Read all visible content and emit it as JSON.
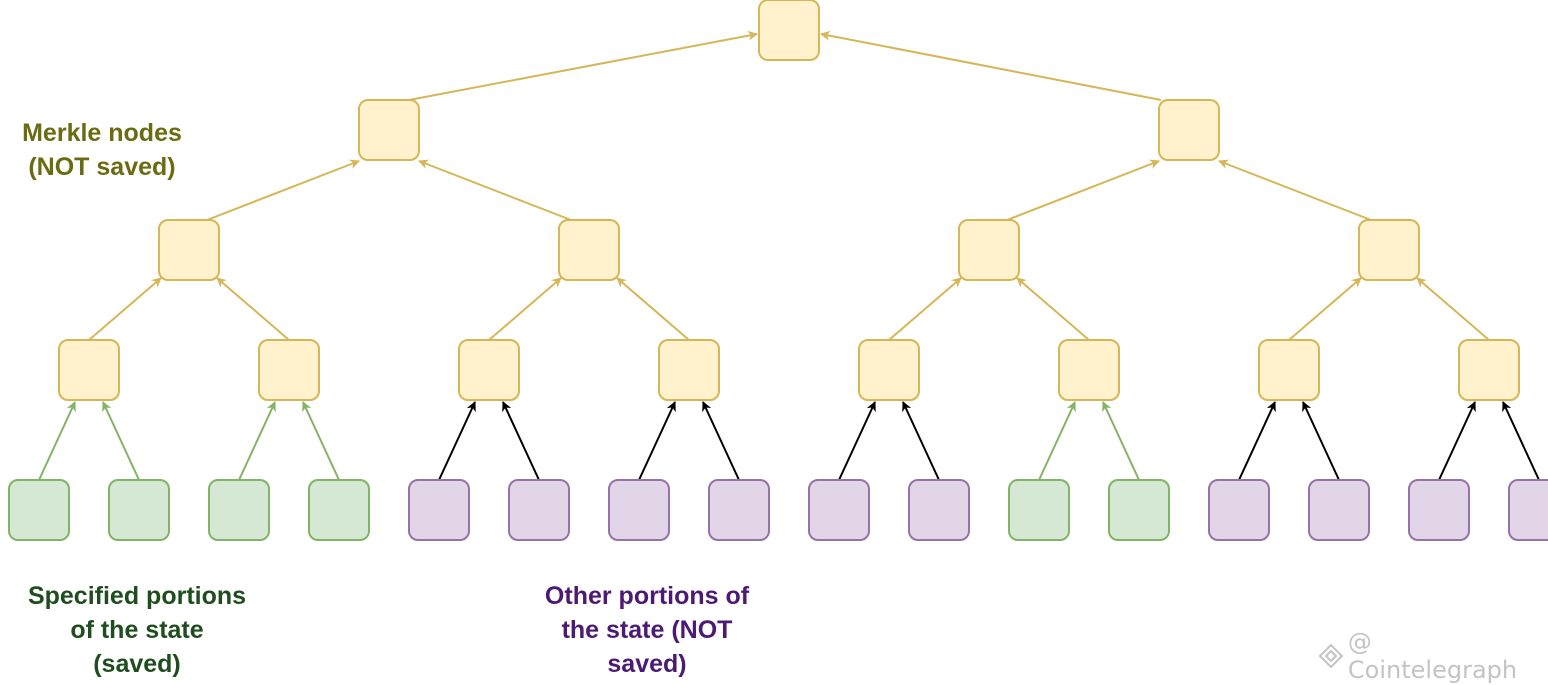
{
  "colors": {
    "merkle_fill": "#fff2cc",
    "merkle_stroke": "#d6b656",
    "saved_fill": "#d5e8d4",
    "saved_stroke": "#82b366",
    "unsaved_fill": "#e1d5e7",
    "unsaved_stroke": "#9673a6",
    "merkle_label_text": "#6b6b12",
    "saved_label_text": "#1f4d1f",
    "unsaved_label_text": "#4c1a73"
  },
  "labels": {
    "merkle_line1": "Merkle nodes",
    "merkle_line2": "(NOT saved)",
    "saved_line1": "Specified portions",
    "saved_line2": "of the state",
    "saved_line3": "(saved)",
    "unsaved_line1": "Other portions of",
    "unsaved_line2": "the state (NOT",
    "unsaved_line3": "saved)"
  },
  "leaves": [
    "saved",
    "saved",
    "saved",
    "saved",
    "unsaved",
    "unsaved",
    "unsaved",
    "unsaved",
    "unsaved",
    "unsaved",
    "saved",
    "saved",
    "unsaved",
    "unsaved",
    "unsaved",
    "unsaved"
  ],
  "watermark": {
    "icon": "cointelegraph-logo-icon",
    "text": "@ Cointelegraph"
  }
}
